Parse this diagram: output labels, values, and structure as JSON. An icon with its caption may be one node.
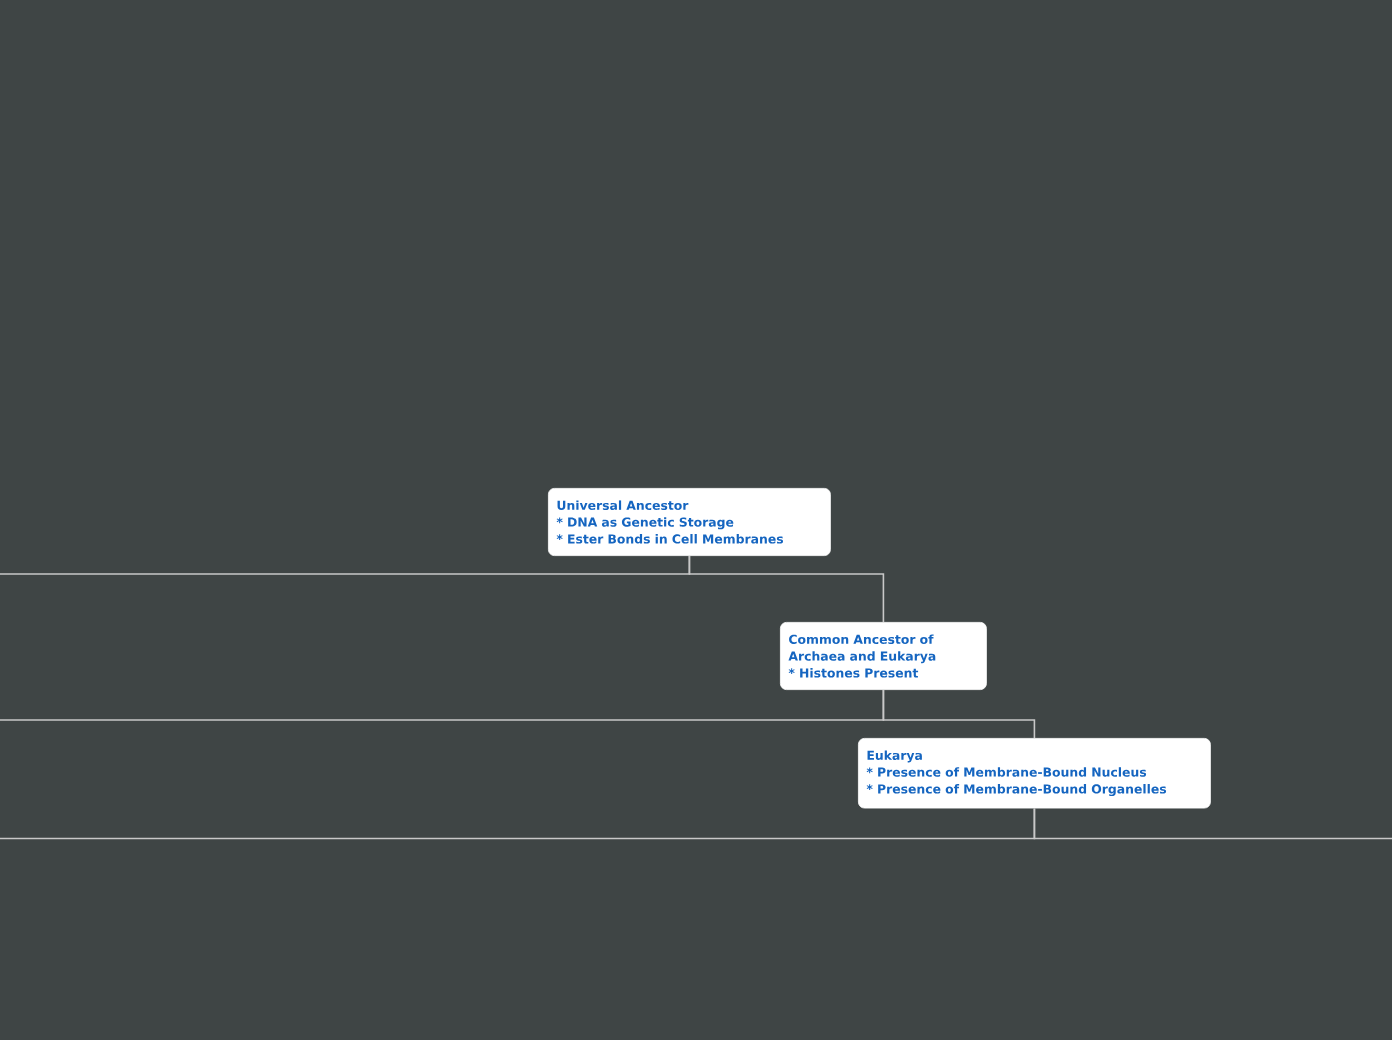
{
  "diagram": {
    "nodes": [
      {
        "text": [
          "Universal Ancestor",
          "* DNA as Genetic Storage",
          "* Ester Bonds in Cell Membranes"
        ]
      },
      {
        "text": [
          "Common Ancestor of Archaea and Eukarya",
          "* Histones Present"
        ]
      },
      {
        "text": [
          "Eukarya",
          "* Presence of Membrane-Bound Nucleus",
          "* Presence of Membrane-Bound Organelles"
        ]
      }
    ],
    "edges": [
      {
        "from": 0,
        "to": 1,
        "arrow": "none"
      },
      {
        "from": 0,
        "to": null,
        "arrow": "none"
      },
      {
        "from": 1,
        "to": 2,
        "arrow": "none"
      },
      {
        "from": 1,
        "to": null,
        "arrow": "none"
      },
      {
        "from": 2,
        "to": null,
        "arrow": "none"
      },
      {
        "from": 2,
        "to": null,
        "arrow": "none"
      }
    ]
  }
}
